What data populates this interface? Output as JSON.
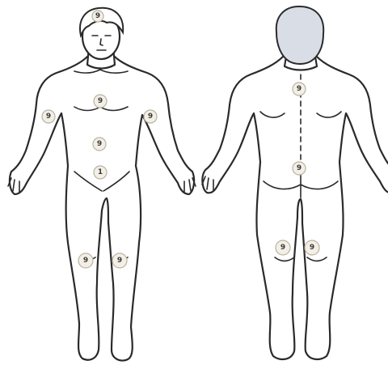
{
  "front": {
    "markers": [
      {
        "id": "head",
        "label": "9"
      },
      {
        "id": "chest",
        "label": "9"
      },
      {
        "id": "right-arm",
        "label": "9"
      },
      {
        "id": "left-arm",
        "label": "9"
      },
      {
        "id": "abdomen",
        "label": "9"
      },
      {
        "id": "genital",
        "label": "1"
      },
      {
        "id": "right-knee",
        "label": "9"
      },
      {
        "id": "left-knee",
        "label": "9"
      }
    ]
  },
  "back": {
    "markers": [
      {
        "id": "upper-back",
        "label": "9"
      },
      {
        "id": "lower-back",
        "label": "9"
      },
      {
        "id": "right-knee",
        "label": "9"
      },
      {
        "id": "left-knee",
        "label": "9"
      }
    ]
  }
}
